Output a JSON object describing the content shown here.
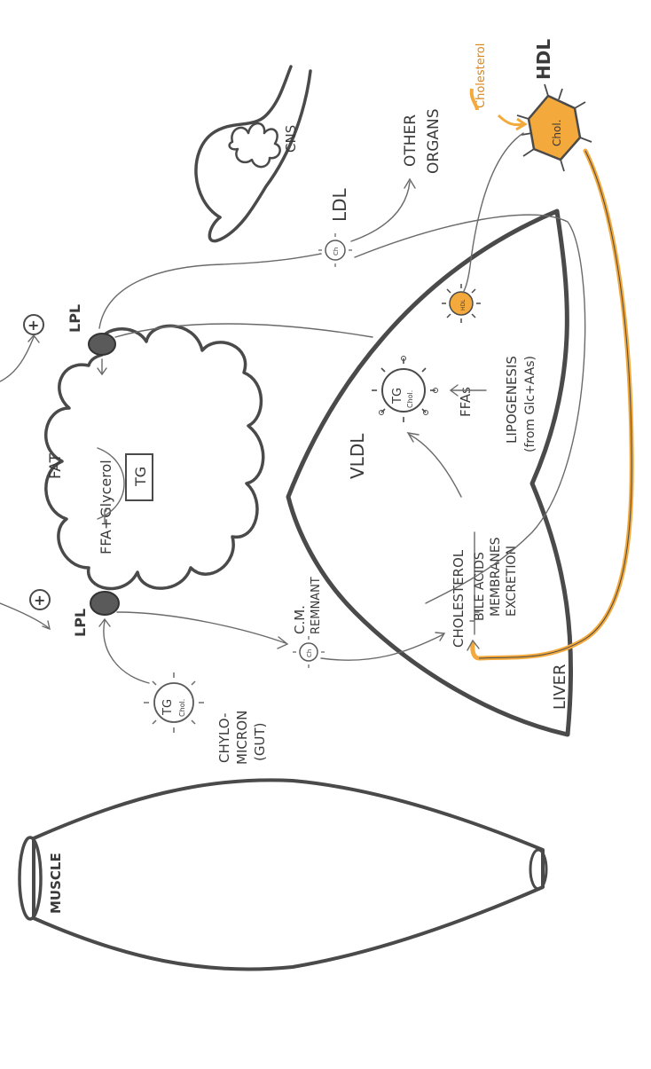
{
  "organs": {
    "fat": "FAT",
    "liver": "LIVER",
    "muscle": "MUSCLE",
    "cns": "CNS",
    "other_organs": [
      "OTHER",
      "ORGANS"
    ]
  },
  "fat_contents": {
    "ffa_glycerol": "FFA+Glycerol",
    "tg": "TG"
  },
  "enzymes": {
    "lpl_top": "LPL",
    "lpl_bottom": "LPL",
    "plus_sign": "+"
  },
  "lipoproteins": {
    "vldl": "VLDL",
    "ldl": "LDL",
    "hdl": "HDL",
    "chylomicron": [
      "CHYLO-",
      "MICRON",
      "(GUT)"
    ],
    "cm_remnant": [
      "C.M.",
      "REMNANT"
    ]
  },
  "particle_labels": {
    "tg": "TG",
    "chol": "Chol.",
    "ch_short": "Ch",
    "hdl_small": "HDL"
  },
  "liver_contents": {
    "ffas": "FFAs",
    "lipogenesis": "LIPOGENESIS",
    "lipogenesis_source": "(from Glc+AAs)",
    "cholesterol": "CHOLESTEROL",
    "cholesterol_uses": [
      "BILE ACIDS",
      "MEMBRANES",
      "EXCRETION"
    ]
  },
  "hdl_input": "Cholesterol",
  "colors": {
    "ink": "#4a4a4a",
    "highlight": "#f3a93b",
    "paper": "#ffffff"
  }
}
